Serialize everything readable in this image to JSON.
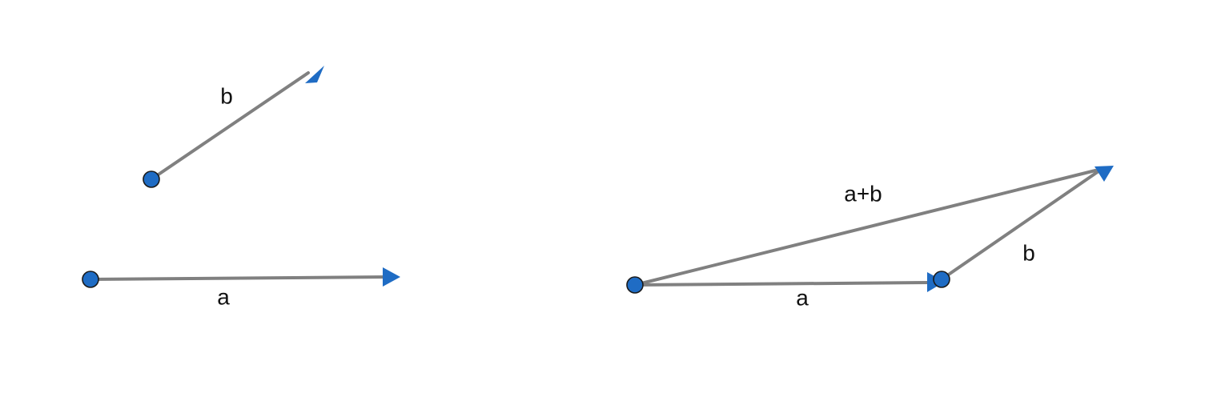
{
  "colors": {
    "vector_line": "#808080",
    "endpoint_fill": "#1f6cc4",
    "endpoint_stroke": "#1a1a1a",
    "label_text": "#111111"
  },
  "left_panel": {
    "vector_a": {
      "label": "a"
    },
    "vector_b": {
      "label": "b"
    }
  },
  "right_panel": {
    "vector_a": {
      "label": "a"
    },
    "vector_b": {
      "label": "b"
    },
    "vector_sum": {
      "label": "a+b"
    }
  }
}
